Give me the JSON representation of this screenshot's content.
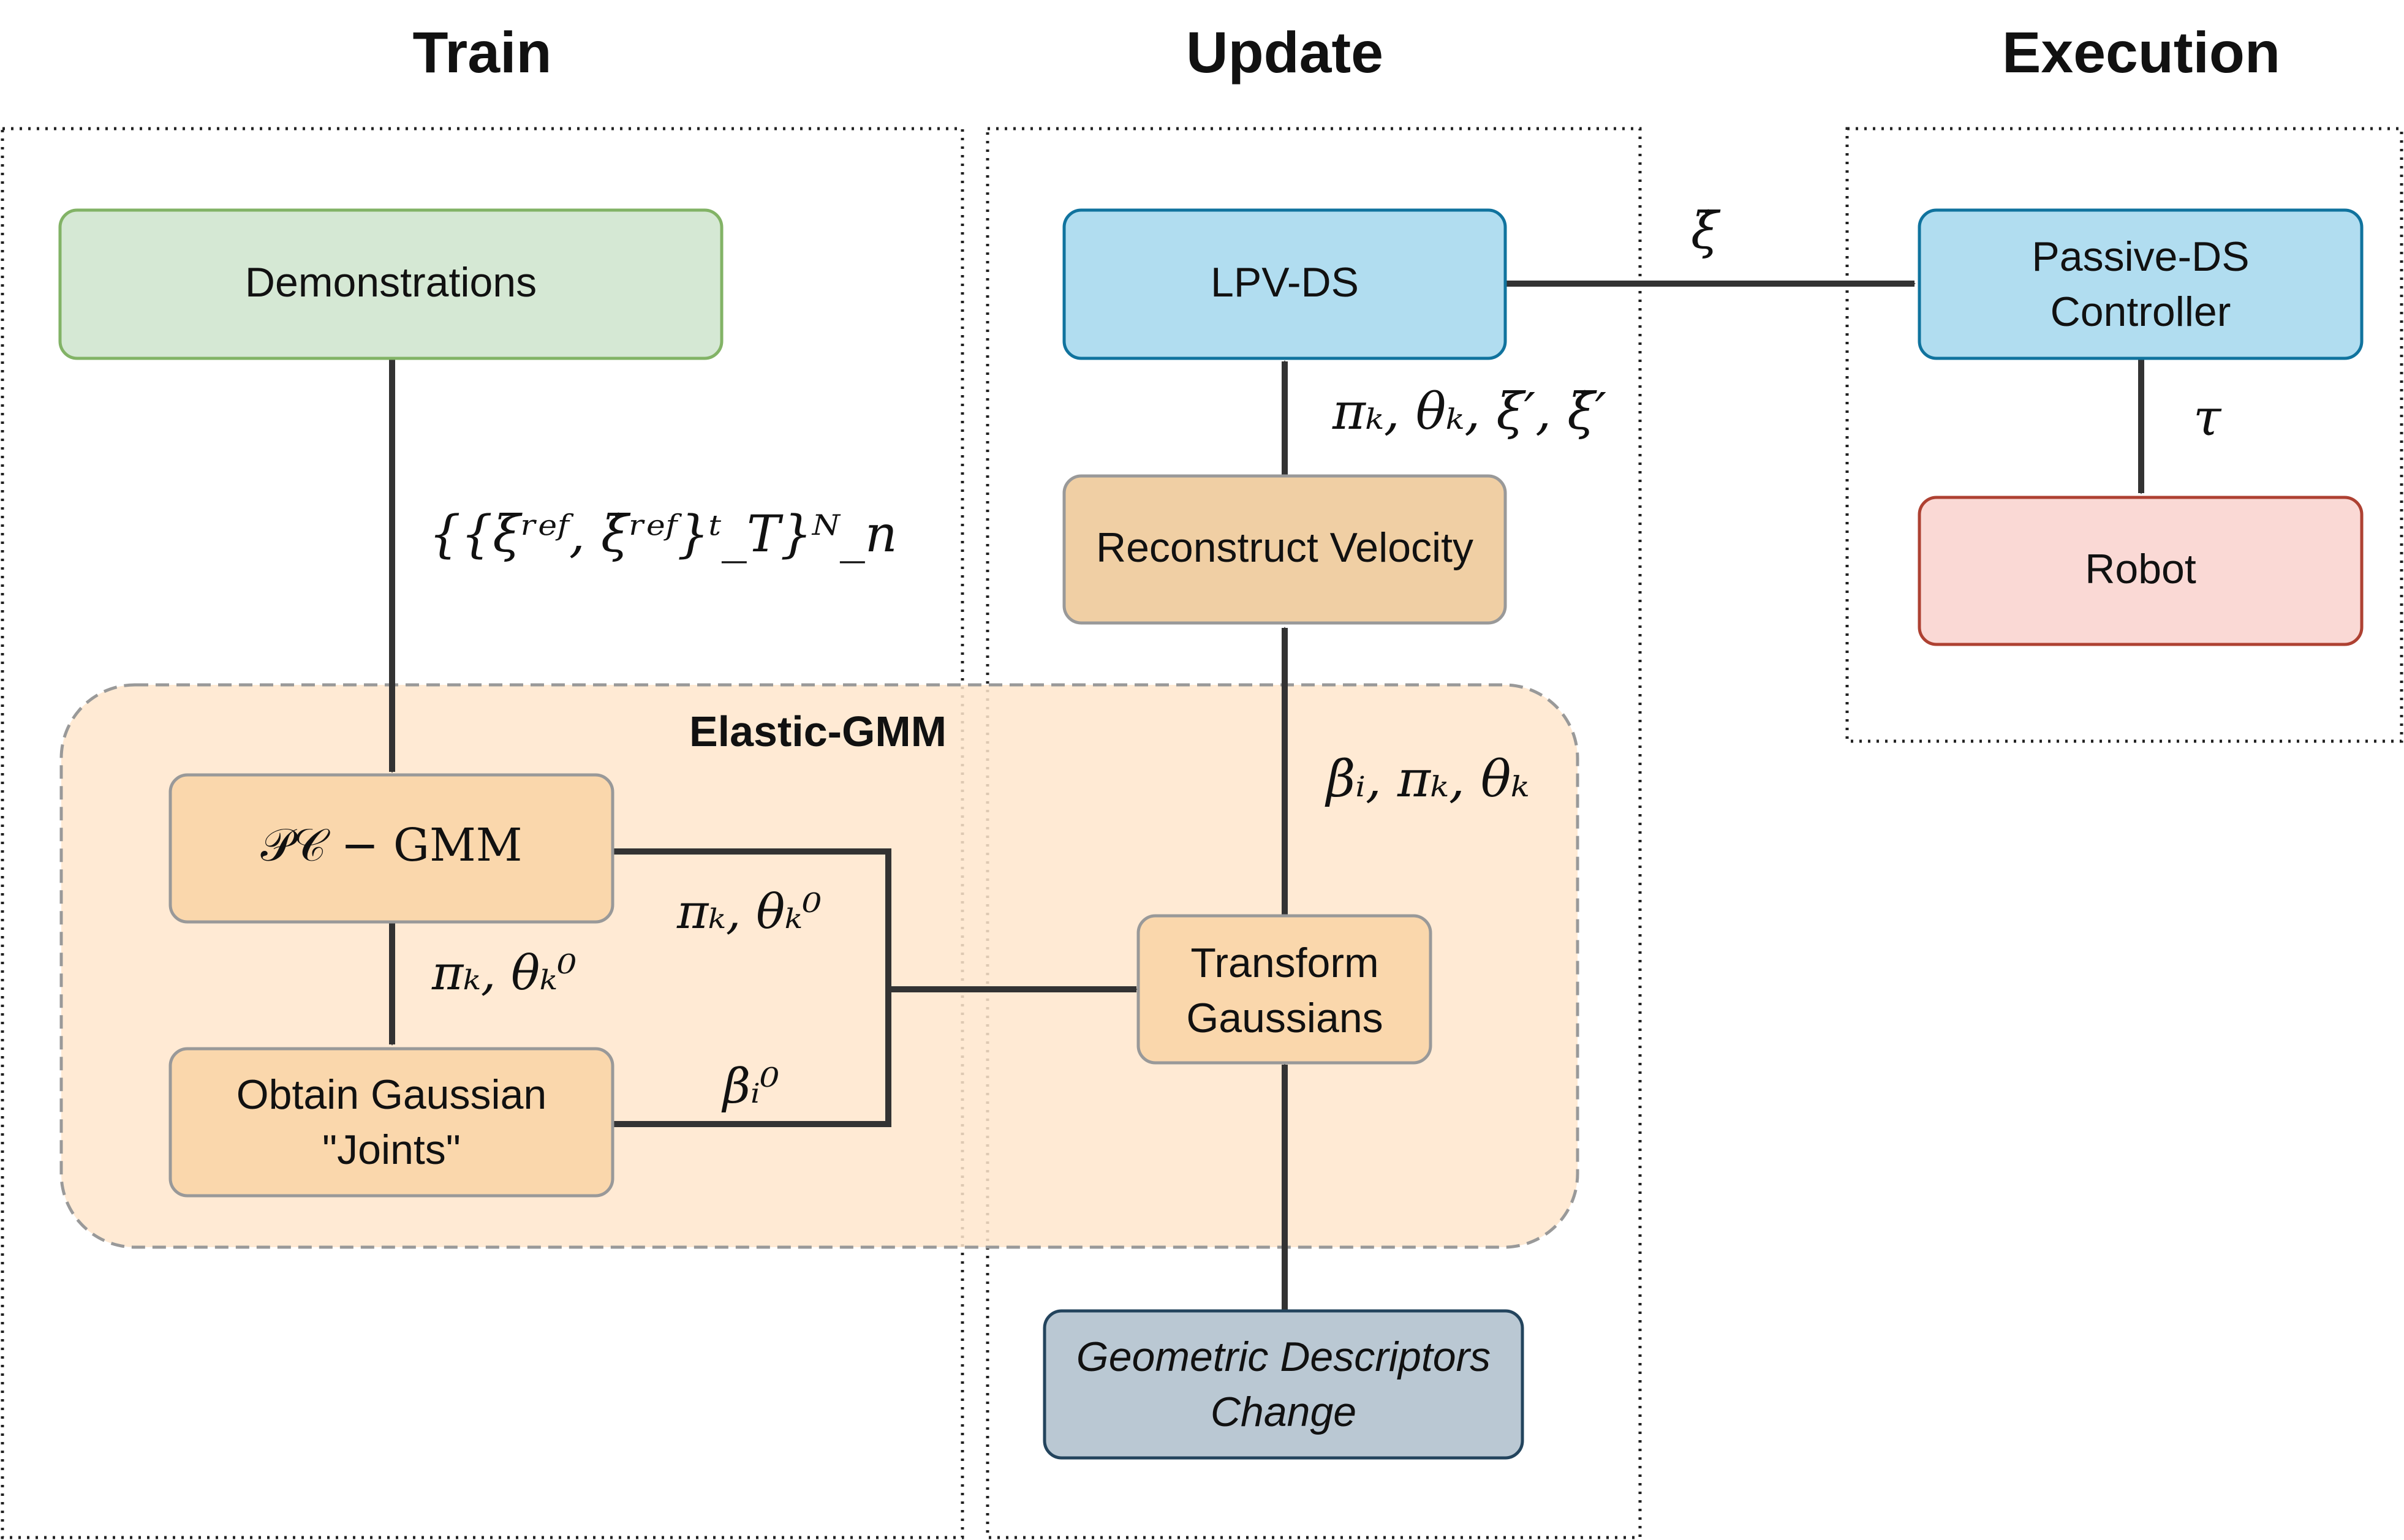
{
  "sections": {
    "train": "Train",
    "update": "Update",
    "execution": "Execution"
  },
  "group": {
    "elastic_gmm": "Elastic-GMM"
  },
  "nodes": {
    "demonstrations": "Demonstrations",
    "pc_gmm": "𝒫𝒞 − GMM",
    "obtain_joints_line1": "Obtain Gaussian",
    "obtain_joints_line2": "\"Joints\"",
    "transform_line1": "Transform",
    "transform_line2": "Gaussians",
    "geometric_line1": "Geometric Descriptors",
    "geometric_line2": "Change",
    "reconstruct": "Reconstruct Velocity",
    "lpv_ds": "LPV-DS",
    "passive_line1": "Passive-DS",
    "passive_line2": "Controller",
    "robot": "Robot"
  },
  "edge_labels": {
    "demos_set": "{{ξʳᵉᶠ, ξ̇ʳᵉᶠ}ᵗ_T}ᴺ_n",
    "pc_out_right": "πₖ, θₖ⁰",
    "pc_out_down": "πₖ, θₖ⁰",
    "beta_init": "βᵢ⁰",
    "transform_out": "βᵢ, πₖ, θₖ",
    "reconstruct_out": "πₖ, θₖ, ξ′, ξ̇′",
    "lpv_out": "ξ̇",
    "torque": "τ"
  },
  "colors": {
    "green_fill": "#d5e8d4",
    "green_stroke": "#82b366",
    "orange_fill": "#fad7ac",
    "orange_dark_fill": "#f0cfa4",
    "gray_stroke": "#999999",
    "blue_fill": "#b1ddf0",
    "blue_stroke": "#10739e",
    "slate_fill": "#bac8d3",
    "slate_stroke": "#23445d",
    "red_fill": "#fad9d5",
    "red_stroke": "#ae4132",
    "group_fill": "#ffe6cc",
    "arrow": "#333333"
  }
}
